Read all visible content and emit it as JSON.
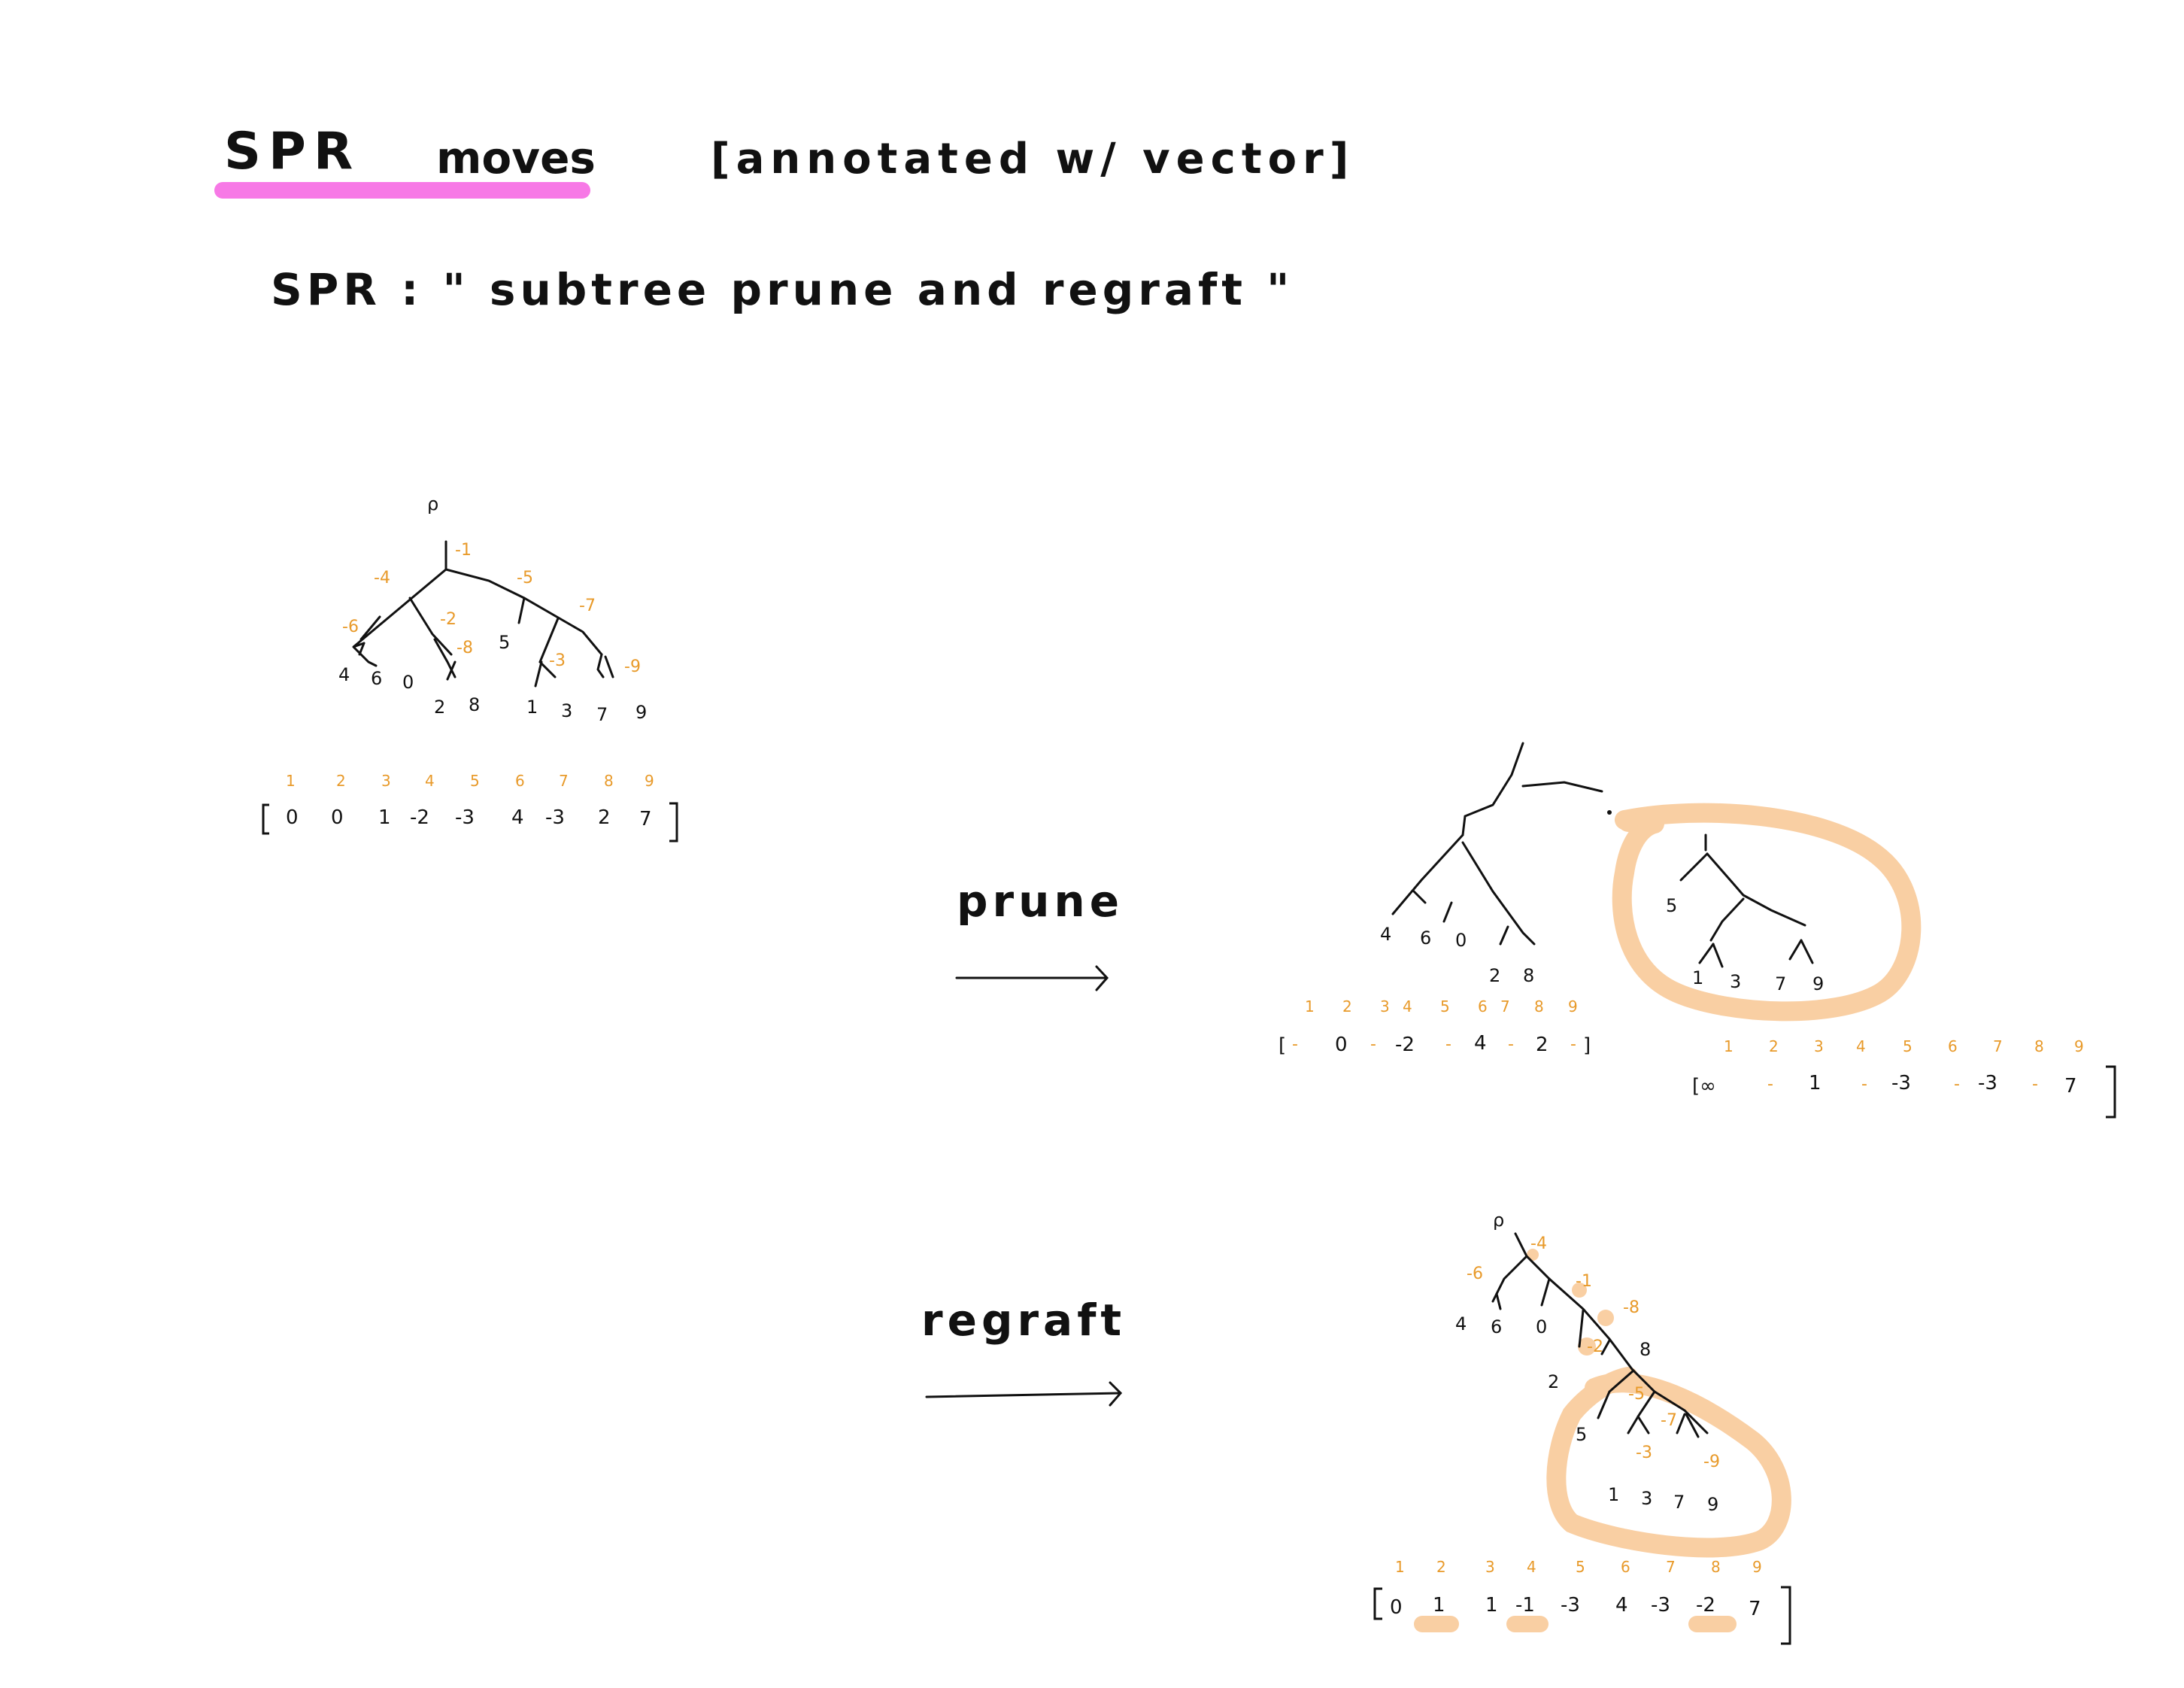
{
  "header": {
    "title_left": "SPR",
    "title_right": "moves",
    "annotation": "[annotated w/ vector]",
    "subtitle": "SPR : \" subtree prune and regraft \""
  },
  "colors": {
    "highlight_pink": "#f779e6",
    "highlight_peach": "#f9cfa3",
    "annotation_orange": "#e89a2a",
    "ink": "#111111"
  },
  "tree1": {
    "root": "ρ",
    "leaves": [
      "4",
      "6",
      "0",
      "2",
      "8",
      "5",
      "1",
      "3",
      "7",
      "9"
    ],
    "edge_labels": [
      "-1",
      "-4",
      "-5",
      "-6",
      "-2",
      "-7",
      "-8",
      "-3",
      "-9"
    ],
    "indices": [
      "1",
      "2",
      "3",
      "4",
      "5",
      "6",
      "7",
      "8",
      "9"
    ],
    "vector": [
      "0",
      "0",
      "1",
      "-2",
      "-3",
      "4",
      "-3",
      "2",
      "7"
    ]
  },
  "prune": {
    "label": "prune",
    "left_leaves": [
      "4",
      "6",
      "0",
      "2",
      "8"
    ],
    "right_leaves": [
      "5",
      "1",
      "3",
      "7",
      "9"
    ],
    "left_indices": [
      "1",
      "2",
      "3",
      "4",
      "5",
      "6",
      "7",
      "8",
      "9"
    ],
    "left_vector": [
      "[",
      "-",
      "0",
      "-",
      "-2",
      "-",
      "4",
      "-",
      "2",
      "-",
      "]"
    ],
    "right_indices": [
      "1",
      "2",
      "3",
      "4",
      "5",
      "6",
      "7",
      "8",
      "9"
    ],
    "right_vector": [
      "[∞",
      "-",
      "1",
      "-",
      "-3",
      "-",
      "-3",
      "-",
      "7",
      "]"
    ]
  },
  "regraft": {
    "label": "regraft",
    "root": "ρ",
    "leaves": [
      "4",
      "6",
      "0",
      "8",
      "2",
      "5",
      "1",
      "3",
      "7",
      "9"
    ],
    "edge_labels": [
      "-4",
      "-6",
      "-1",
      "-8",
      "-2",
      "-5",
      "-7",
      "-3",
      "-9"
    ],
    "indices": [
      "1",
      "2",
      "3",
      "4",
      "5",
      "6",
      "7",
      "8",
      "9"
    ],
    "vector": [
      "0",
      "1",
      "1",
      "-1",
      "-3",
      "4",
      "-3",
      "-2",
      "7"
    ]
  }
}
